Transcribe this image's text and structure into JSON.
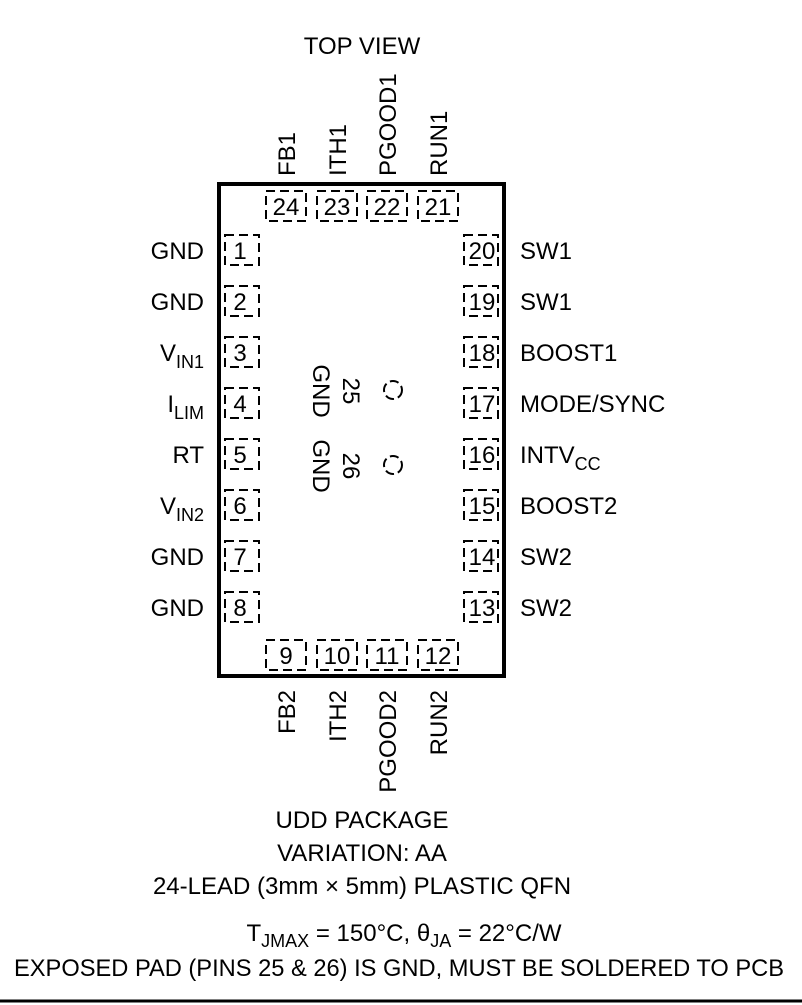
{
  "title": "TOP VIEW",
  "top_pins": [
    {
      "num": "24",
      "name": "FB1"
    },
    {
      "num": "23",
      "name": "ITH1"
    },
    {
      "num": "22",
      "name": "PGOOD1"
    },
    {
      "num": "21",
      "name": "RUN1"
    }
  ],
  "bottom_pins": [
    {
      "num": "9",
      "name": "FB2"
    },
    {
      "num": "10",
      "name": "ITH2"
    },
    {
      "num": "11",
      "name": "PGOOD2"
    },
    {
      "num": "12",
      "name": "RUN2"
    }
  ],
  "left_pins": [
    {
      "num": "1",
      "name": "GND",
      "sub": ""
    },
    {
      "num": "2",
      "name": "GND",
      "sub": ""
    },
    {
      "num": "3",
      "name": "V",
      "sub": "IN1"
    },
    {
      "num": "4",
      "name": "I",
      "sub": "LIM"
    },
    {
      "num": "5",
      "name": "RT",
      "sub": ""
    },
    {
      "num": "6",
      "name": "V",
      "sub": "IN2"
    },
    {
      "num": "7",
      "name": "GND",
      "sub": ""
    },
    {
      "num": "8",
      "name": "GND",
      "sub": ""
    }
  ],
  "right_pins": [
    {
      "num": "20",
      "name": "SW1",
      "sub": ""
    },
    {
      "num": "19",
      "name": "SW1",
      "sub": ""
    },
    {
      "num": "18",
      "name": "BOOST1",
      "sub": ""
    },
    {
      "num": "17",
      "name": "MODE/SYNC",
      "sub": ""
    },
    {
      "num": "16",
      "name": "INTV",
      "sub": "CC"
    },
    {
      "num": "15",
      "name": "BOOST2",
      "sub": ""
    },
    {
      "num": "14",
      "name": "SW2",
      "sub": ""
    },
    {
      "num": "13",
      "name": "SW2",
      "sub": ""
    }
  ],
  "exposed_pads": [
    {
      "num": "25",
      "name": "GND"
    },
    {
      "num": "26",
      "name": "GND"
    }
  ],
  "caption": {
    "line1": "UDD PACKAGE",
    "line2": "VARIATION: AA",
    "line3": "24-LEAD (3mm × 5mm) PLASTIC QFN",
    "thermal": {
      "t": "T",
      "t_sub": "JMAX",
      "t_rest": " = 150°C, ",
      "theta": "θ",
      "theta_sub": "JA",
      "theta_rest": " = 22°C/W"
    },
    "line5": "EXPOSED PAD (PINS 25 & 26) IS GND, MUST BE SOLDERED TO PCB"
  }
}
